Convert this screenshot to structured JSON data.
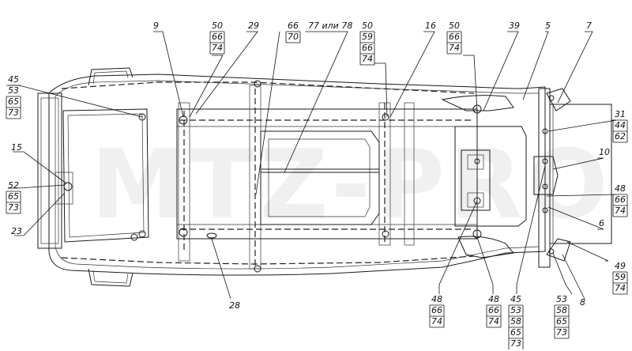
{
  "watermark": "MTZ-PRO",
  "callouts": {
    "c9": "9",
    "c29": "29",
    "c16": "16",
    "c39": "39",
    "c5": "5",
    "c7": "7",
    "c15": "15",
    "c23": "23",
    "c28": "28",
    "c10": "10",
    "c6": "6",
    "c8": "8",
    "c77": "77 или 78"
  },
  "stacks": {
    "s45a": [
      "45",
      "53",
      "65",
      "73"
    ],
    "s50a": [
      "50",
      "66",
      "74"
    ],
    "s66a": [
      "66",
      "70"
    ],
    "s50b": [
      "50",
      "59",
      "66",
      "74"
    ],
    "s50c": [
      "50",
      "66",
      "74"
    ],
    "s52": [
      "52",
      "65",
      "73"
    ],
    "s31": [
      "31",
      "44",
      "62"
    ],
    "s48r": [
      "48",
      "66",
      "74"
    ],
    "s49": [
      "49",
      "59",
      "74"
    ],
    "s48b1": [
      "48",
      "66",
      "74"
    ],
    "s48b2": [
      "48",
      "66",
      "74"
    ],
    "s45b": [
      "45",
      "53",
      "58",
      "65",
      "73"
    ],
    "s53": [
      "53",
      "58",
      "65",
      "73"
    ]
  }
}
